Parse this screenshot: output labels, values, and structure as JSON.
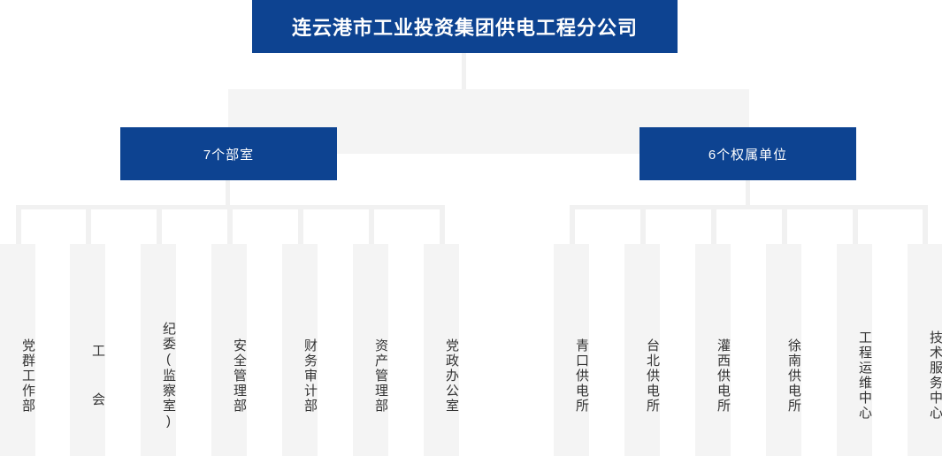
{
  "chart": {
    "type": "org-chart",
    "title": "连云港市工业投资集团供电工程分公司",
    "colors": {
      "brand_blue": "#0D4391",
      "node_fill": "#F4F4F4",
      "connector": "#F1F1F1",
      "text_dark": "#333333",
      "text_light": "#FFFFFF",
      "background": "#FFFFFF"
    },
    "root": {
      "label": "连云港市工业投资集团供电工程分公司"
    },
    "branches": [
      {
        "id": "departments",
        "label": "7个部室",
        "count": 7,
        "children": [
          {
            "label": "党群工作部"
          },
          {
            "label": "工  会"
          },
          {
            "label": "纪委(监察室)"
          },
          {
            "label": "安全管理部"
          },
          {
            "label": "财务审计部"
          },
          {
            "label": "资产管理部"
          },
          {
            "label": "党政办公室"
          }
        ]
      },
      {
        "id": "affiliated-units",
        "label": "6个权属单位",
        "count": 6,
        "children": [
          {
            "label": "青口供电所"
          },
          {
            "label": "台北供电所"
          },
          {
            "label": "灌西供电所"
          },
          {
            "label": "徐南供电所"
          },
          {
            "label": "工程运维中心"
          },
          {
            "label": "技术服务中心"
          }
        ]
      }
    ]
  }
}
